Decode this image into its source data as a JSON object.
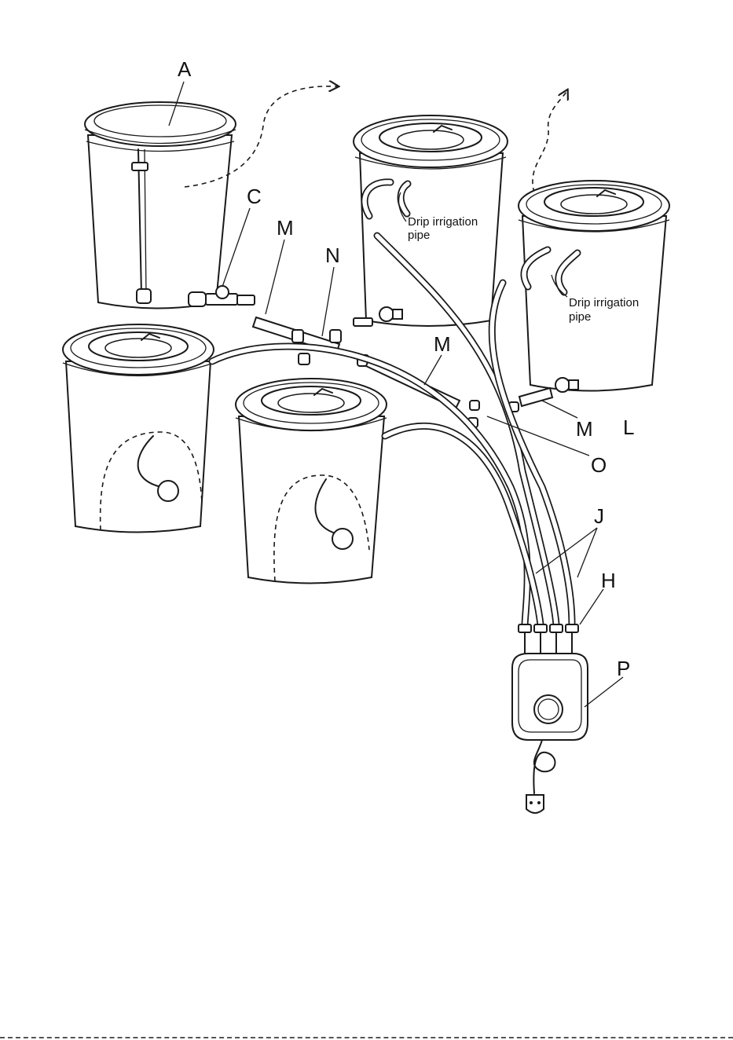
{
  "labels": {
    "A": "A",
    "C": "C",
    "M1": "M",
    "N": "N",
    "M2": "M",
    "M3": "M",
    "L": "L",
    "O": "O",
    "J": "J",
    "H": "H",
    "P": "P"
  },
  "notes": {
    "drip1_line1": "Drip irrigation",
    "drip1_line2": "pipe",
    "drip2_line1": "Drip irrigation",
    "drip2_line2": "pipe"
  }
}
